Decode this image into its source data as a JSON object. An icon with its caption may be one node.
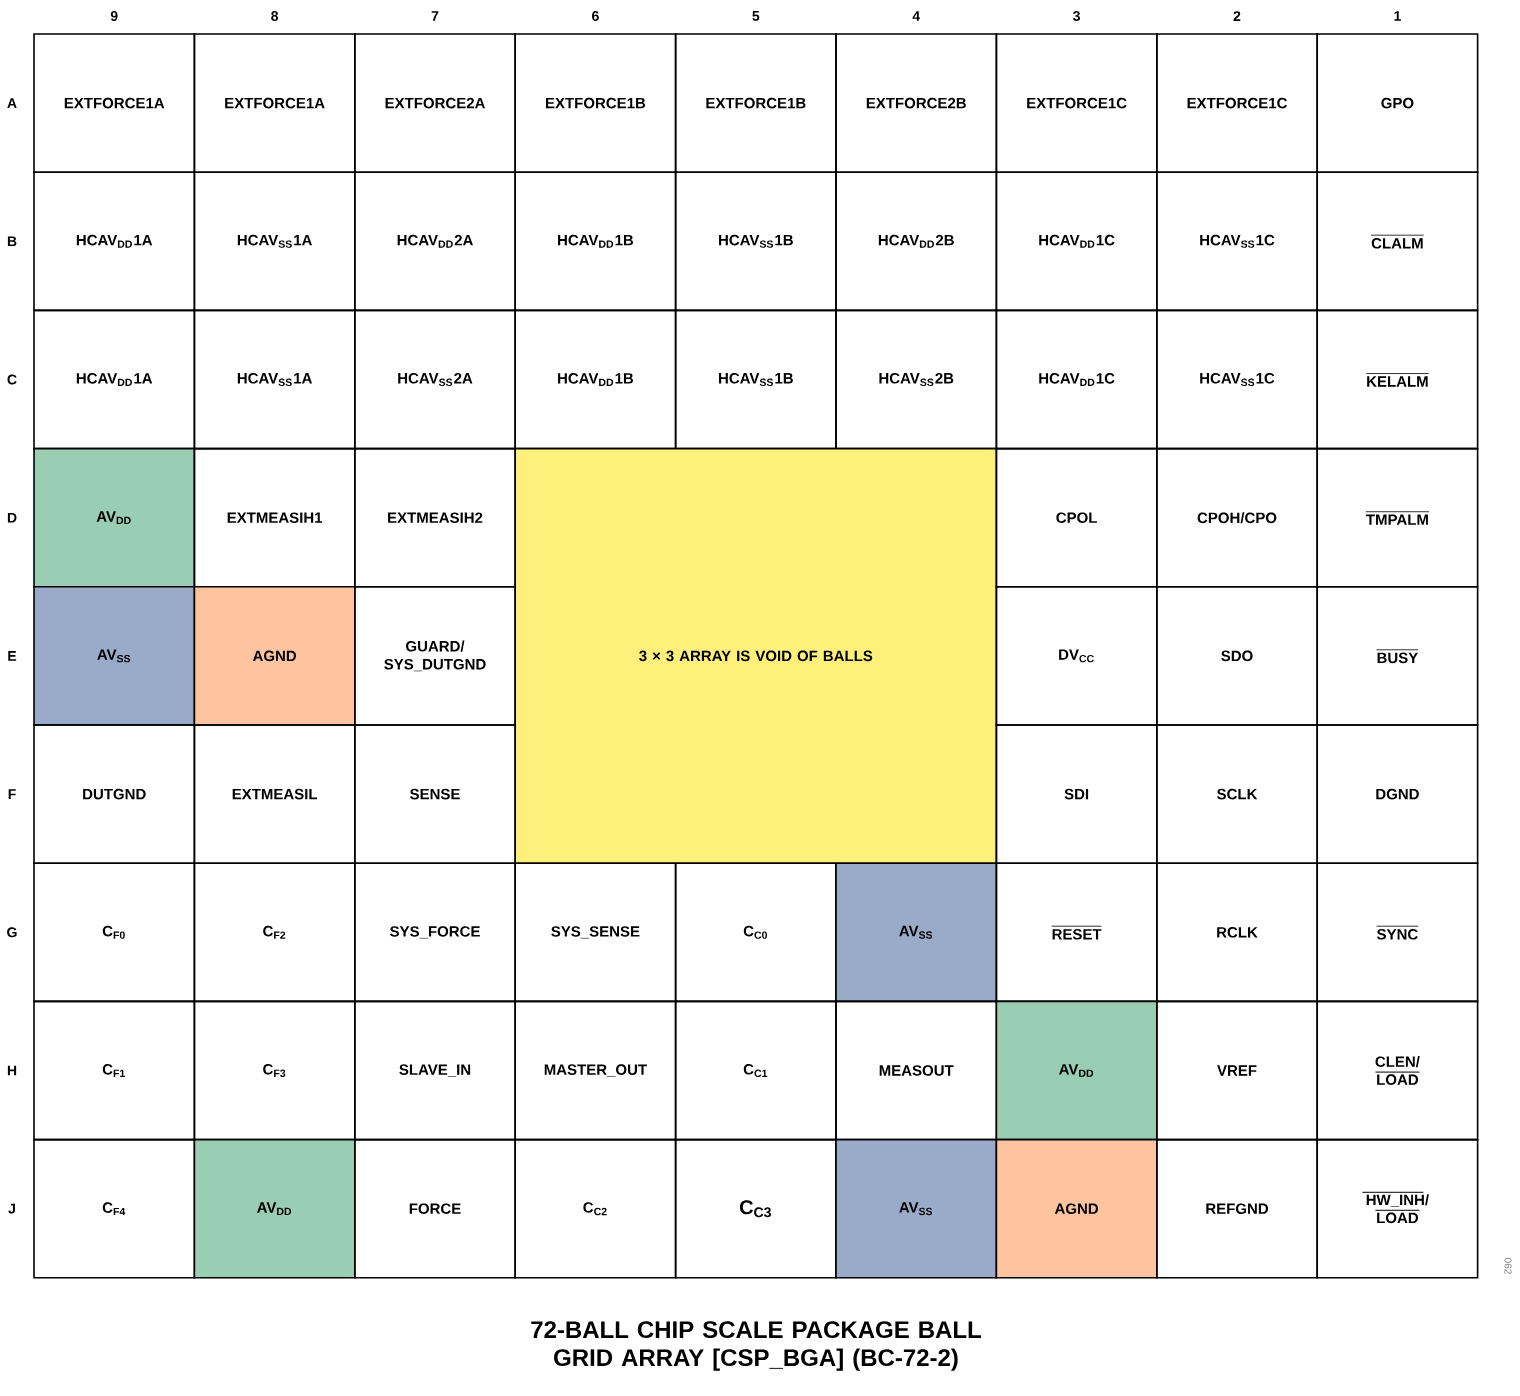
{
  "diagram": {
    "title": "72-BALL CHIP SCALE PACKAGE BALL GRID ARRAY [CSP_BGA] (BC-72-2)",
    "nodes": [
      {
        "text": [
          "EXTFORCE1A"
        ]
      },
      {
        "text": [
          "EXTFORCE1A"
        ]
      },
      {
        "text": [
          "EXTFORCE2A"
        ]
      },
      {
        "text": [
          "EXTFORCE1B"
        ]
      },
      {
        "text": [
          "EXTFORCE1B"
        ]
      },
      {
        "text": [
          "EXTFORCE2B"
        ]
      },
      {
        "text": [
          "EXTFORCE1C"
        ]
      },
      {
        "text": [
          "EXTFORCE1C"
        ]
      },
      {
        "text": [
          "GPO"
        ]
      },
      {
        "text": [
          "HCAV$_{DD}$1A"
        ]
      },
      {
        "text": [
          "HCAV$_{SS}$1A"
        ]
      },
      {
        "text": [
          "HCAV$_{DD}$2A"
        ]
      },
      {
        "text": [
          "HCAV$_{DD}$1B"
        ]
      },
      {
        "text": [
          "HCAV$_{SS}$1B"
        ]
      },
      {
        "text": [
          "HCAV$_{DD}$2B"
        ]
      },
      {
        "text": [
          "HCAV$_{DD}$1C"
        ]
      },
      {
        "text": [
          "HCAV$_{SS}$1C"
        ]
      },
      {
        "text": [
          "CLALM"
        ]
      },
      {
        "text": [
          "HCAV$_{DD}$1A"
        ]
      },
      {
        "text": [
          "HCAV$_{SS}$1A"
        ]
      },
      {
        "text": [
          "HCAV$_{SS}$2A"
        ]
      },
      {
        "text": [
          "HCAV$_{DD}$1B"
        ]
      },
      {
        "text": [
          "HCAV$_{SS}$1B"
        ]
      },
      {
        "text": [
          "HCAV$_{SS}$2B"
        ]
      },
      {
        "text": [
          "HCAV$_{DD}$1C"
        ]
      },
      {
        "text": [
          "HCAV$_{SS}$1C"
        ]
      },
      {
        "text": [
          "KELALM"
        ]
      },
      {
        "text": [
          "AV$_{DD}$"
        ]
      },
      {
        "text": [
          "EXTMEASIH1"
        ]
      },
      {
        "text": [
          "EXTMEASIH2"
        ]
      },
      {
        "text": [
          "3 × 3 ARRAY IS VOID OF BALLS"
        ]
      },
      {
        "text": [
          "CPOL"
        ]
      },
      {
        "text": [
          "CPOH/CPO"
        ]
      },
      {
        "text": [
          "TMPALM"
        ]
      },
      {
        "text": [
          "AV$_{SS}$"
        ]
      },
      {
        "text": [
          "AGND"
        ]
      },
      {
        "text": [
          "GUARD/ SYS_DUTGND"
        ]
      },
      {
        "text": [
          "DV$_{CC}$"
        ]
      },
      {
        "text": [
          "SDO"
        ]
      },
      {
        "text": [
          "BUSY"
        ]
      },
      {
        "text": [
          "DUTGND"
        ]
      },
      {
        "text": [
          "EXTMEASIL"
        ]
      },
      {
        "text": [
          "SENSE"
        ]
      },
      {
        "text": [
          "SDI"
        ]
      },
      {
        "text": [
          "SCLK"
        ]
      },
      {
        "text": [
          "DGND"
        ]
      },
      {
        "text": [
          "C$_{F0}$"
        ]
      },
      {
        "text": [
          "C$_{F2}$"
        ]
      },
      {
        "text": [
          "SYS_FORCE"
        ]
      },
      {
        "text": [
          "SYS_SENSE"
        ]
      },
      {
        "text": [
          "C$_{C0}$"
        ]
      },
      {
        "text": [
          "AV$_{SS}$"
        ]
      },
      {
        "text": [
          "RESET"
        ]
      },
      {
        "text": [
          "RCLK"
        ]
      },
      {
        "text": [
          "SYNC"
        ]
      },
      {
        "text": [
          "C$_{F1}$"
        ]
      },
      {
        "text": [
          "C$_{F3}$"
        ]
      },
      {
        "text": [
          "SLAVE_IN"
        ]
      },
      {
        "text": [
          "MASTER_OUT"
        ]
      },
      {
        "text": [
          "C$_{C1}$"
        ]
      },
      {
        "text": [
          "MEASOUT"
        ]
      },
      {
        "text": [
          "AV$_{DD}$"
        ]
      },
      {
        "text": [
          "VREF"
        ]
      },
      {
        "text": [
          "CLEN/ LOAD"
        ]
      },
      {
        "text": [
          "C$_{F4}$"
        ]
      },
      {
        "text": [
          "AV$_{DD}$"
        ]
      },
      {
        "text": [
          "FORCE"
        ]
      },
      {
        "text": [
          "C$_{C2}$"
        ]
      },
      {
        "text": [
          "C$_{C3}$"
        ]
      },
      {
        "text": [
          "AV$_{SS}$"
        ]
      },
      {
        "text": [
          "AGND"
        ]
      },
      {
        "text": [
          "REFGND"
        ]
      },
      {
        "text": [
          "HW_INH/ LOAD"
        ]
      }
    ],
    "labels": [
      "9",
      "8",
      "7",
      "6",
      "5",
      "4",
      "3",
      "2",
      "1",
      "A",
      "B",
      "C",
      "D",
      "E",
      "F",
      "G",
      "H",
      "J",
      "062"
    ]
  }
}
